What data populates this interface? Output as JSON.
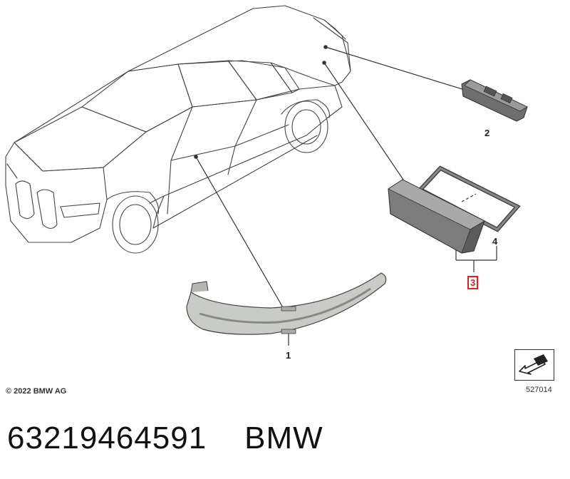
{
  "callouts": {
    "part_1": "1",
    "part_2": "2",
    "part_3": "3",
    "part_4": "4"
  },
  "copyright": "© 2022 BMW AG",
  "diagram_id": "527014",
  "caption": {
    "part_number": "63219464591",
    "brand": "BMW"
  },
  "icons": {
    "navigation": "next-arrow-icon"
  },
  "colors": {
    "highlight": "#e02020",
    "line": "#333333"
  }
}
